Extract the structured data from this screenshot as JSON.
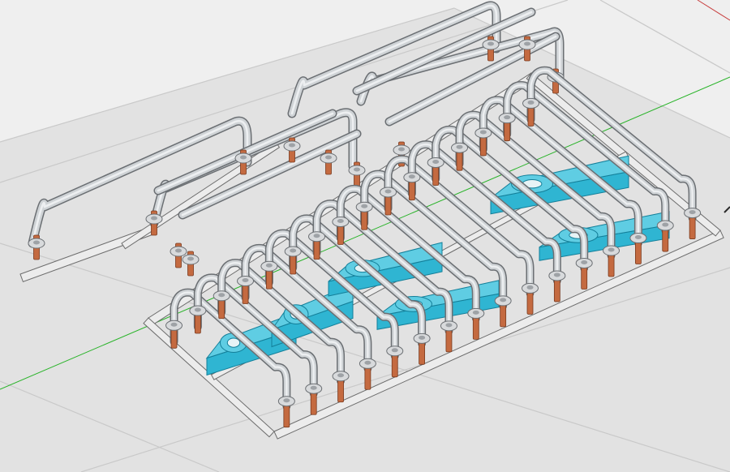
{
  "viewport": {
    "background": "#efefef",
    "floor_color": "#e2e2e2",
    "grid_line_color": "#c9c9c9",
    "axis_green": "#27b327",
    "axis_red": "#c84040",
    "axis_black": "#2a2a2a"
  },
  "model": {
    "frame_color": "#ececec",
    "frame_edge": "#6d6d6d",
    "tube_color": "#cfd3d6",
    "tube_highlight": "#f4f6f7",
    "tube_edge": "#6b6f73",
    "pin_color": "#c46a40",
    "pin_edge": "#7a3a1e",
    "nut_color": "#d8dadc",
    "block_color": "#2fb5d2",
    "block_top": "#5fcde3",
    "block_edge": "#137f99",
    "hole_color": "#e6f3f6",
    "large_loop_count": 4,
    "front_hoop_count": 16,
    "cyan_block_count": 6
  }
}
